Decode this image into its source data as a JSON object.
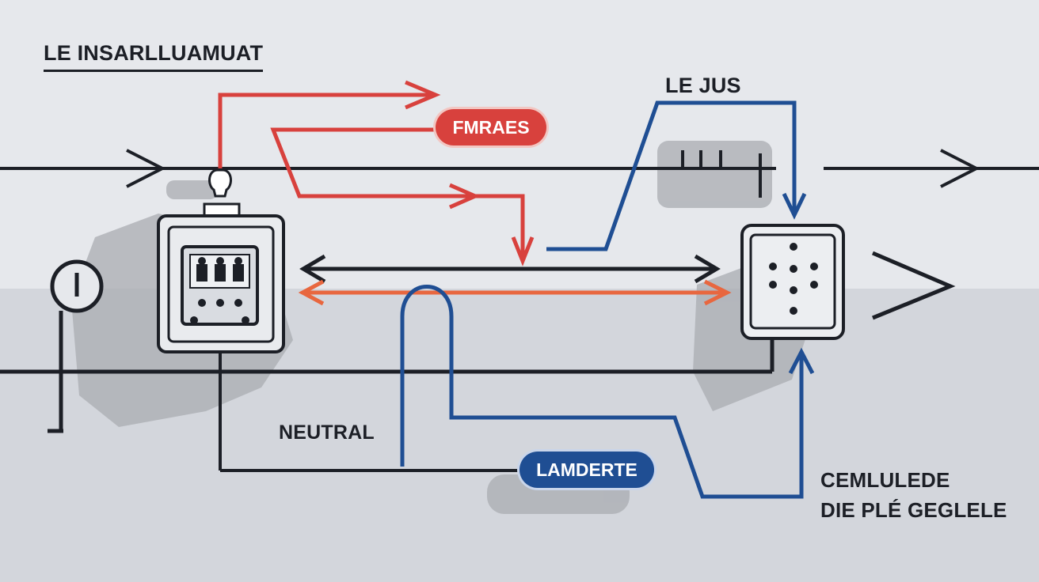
{
  "title": "LE INSARLLUAMUAT",
  "labels": {
    "top_right": "LE JUS",
    "neutral": "NEUTRAL",
    "note_line1": "CEMLULEDE",
    "note_line2": "DIE PLÉ GEGLELE"
  },
  "pills": {
    "red": "FMRAES",
    "blue": "LAMDERTE"
  },
  "colors": {
    "background": "#e6e8ec",
    "lower_band": "#d3d6dc",
    "wire_black": "#1c1f26",
    "wire_red": "#d8413d",
    "wire_orange": "#e8673f",
    "wire_blue": "#1f4e93",
    "shadow": "#a9acb2"
  },
  "icons": {
    "meter": "gauge-icon",
    "panel": "breaker-panel-icon",
    "outlet": "outlet-icon"
  }
}
